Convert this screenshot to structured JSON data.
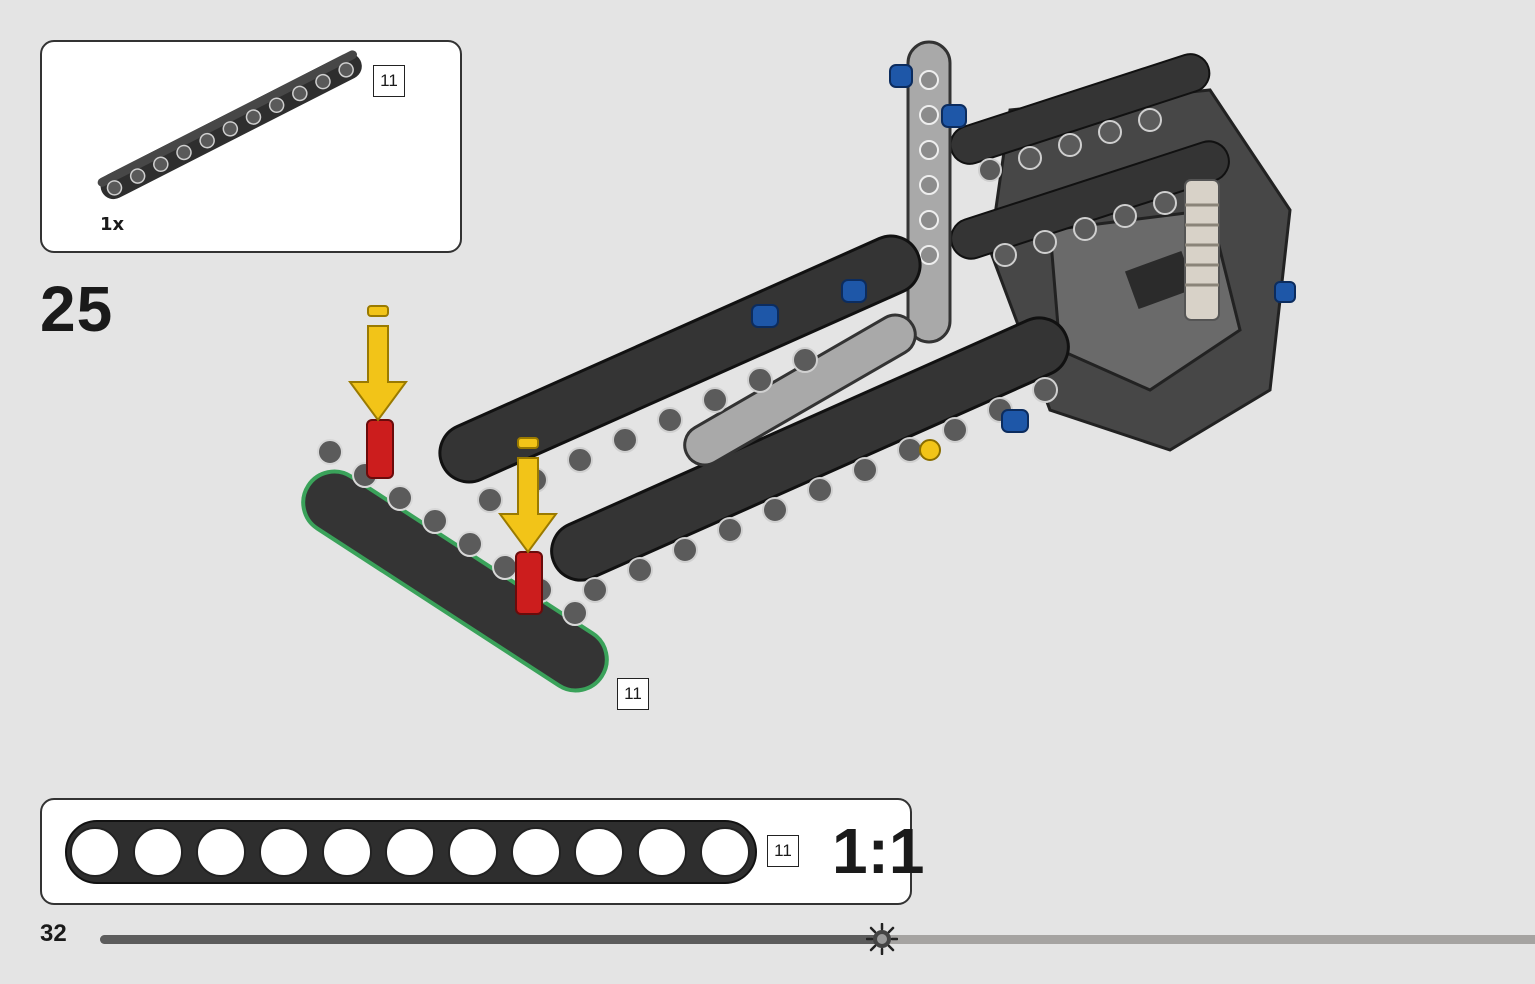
{
  "parts_callout": {
    "part_length": "11",
    "quantity": "1x"
  },
  "step": {
    "number": "25"
  },
  "model": {
    "length_tag": "11"
  },
  "scale_panel": {
    "part_length": "11",
    "scale_text": "1:1"
  },
  "footer": {
    "page_number": "32",
    "progress": 0.545
  },
  "colors": {
    "background": "#e4e4e4",
    "beam": "#343434",
    "light_grey": "#a9a9a9",
    "pin_red": "#cc1d1d",
    "arrow_yellow": "#f2c418",
    "highlight_green": "#3aa25a",
    "axle_blue": "#1e57a8"
  }
}
